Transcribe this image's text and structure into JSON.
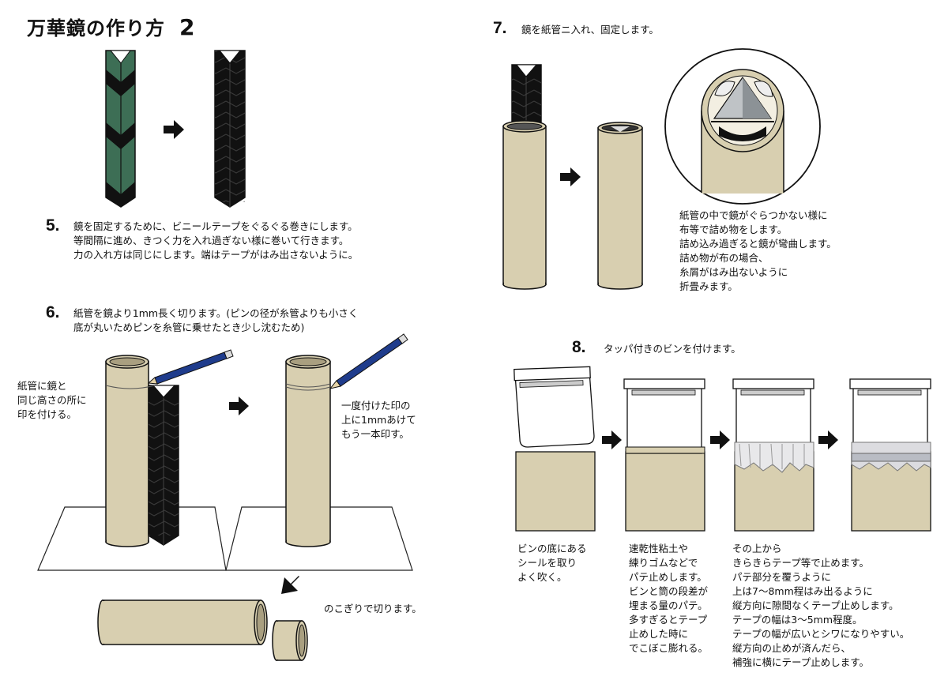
{
  "title": {
    "text": "万華鏡の作り方",
    "number": "2"
  },
  "step5": {
    "number": "5.",
    "lines": [
      "鏡を固定するために、ビニールテープをぐるぐる巻きにします。",
      "等間隔に進め、きつく力を入れ過ぎない様に巻いて行きます。",
      "力の入れ方は同じにします。端はテープがはみ出さないように。"
    ]
  },
  "step6": {
    "number": "6.",
    "lines": [
      "紙管を鏡より1mm長く切ります。(ピンの径が糸管よりも小さく",
      "底が丸いためピンを糸管に乗せたとき少し沈むため)"
    ],
    "left_note": [
      "紙管に鏡と",
      "同じ高さの所に",
      "印を付ける。"
    ],
    "right_note": [
      "一度付けた印の",
      "上に1mmあけて",
      "もう一本印す。"
    ],
    "saw_note": "のこぎりで切ります。"
  },
  "step7": {
    "number": "7.",
    "text": "鏡を紙管ニ入れ、固定します。",
    "note": [
      "紙管の中で鏡がぐらつかない様に",
      "布等で詰め物をします。",
      "詰め込み過ぎると鏡が彎曲します。",
      "詰め物が布の場合、",
      "糸屑がはみ出ないように",
      "折畳みます。"
    ]
  },
  "step8": {
    "number": "8.",
    "text": "タッパ付きのビンを付けます。",
    "col1": [
      "ビンの底にある",
      "シールを取り",
      "よく吹く。"
    ],
    "col2": [
      "速乾性粘土や",
      "練りゴムなどで",
      "パテ止めします。",
      "ビンと筒の段差が",
      "埋まる量のパテ。",
      "多すぎるとテープ",
      "止めした時に",
      "でこぼこ膨れる。"
    ],
    "col3": [
      "その上から",
      "きらきらテープ等で止めます。",
      "パテ部分を覆うように",
      "上は7～8mm程はみ出るように",
      "縦方向に隙間なくテープ止めします。",
      "テープの幅は3～5mm程度。",
      "テープの幅が広いとシワになりやすい。",
      "縦方向の止めが済んだら、",
      "補強に横にテープ止めします。"
    ]
  },
  "colors": {
    "tube": "#d8cfb0",
    "tape_green": "#3d6e55",
    "pencil": "#1f3c8c",
    "black": "#111111"
  }
}
